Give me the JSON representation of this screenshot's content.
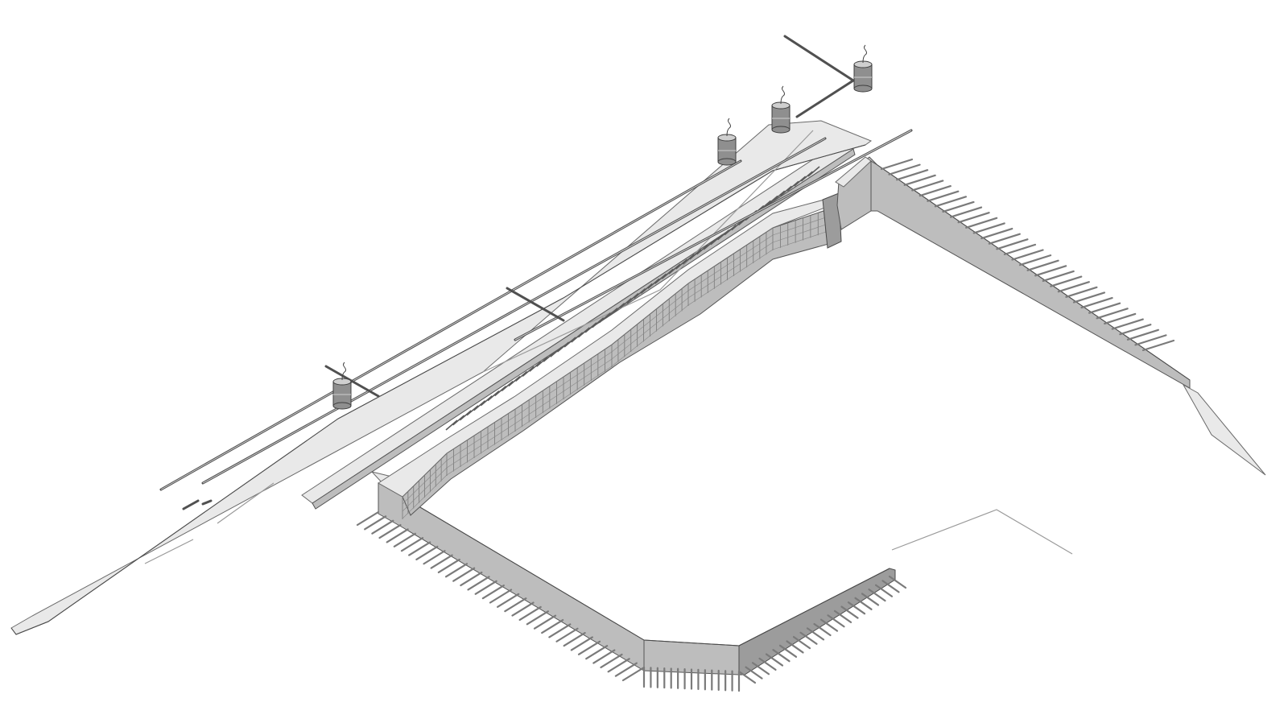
{
  "figure": {
    "kind": "isometric-line-drawing",
    "colors": {
      "background": "#ffffff",
      "slab": "#e9e9e9",
      "wall": "#bdbdbd",
      "wall_shadow": "#9c9c9c",
      "pipe": "#505050",
      "tank": "#8f8f8f",
      "outline": "#4a4a4a"
    },
    "elements": [
      "long-ramp-slab",
      "inner-ramp-slab",
      "parallel-pipes",
      "storage-tanks",
      "retaining-wall-upper",
      "retaining-wall-lower",
      "ground-anchors",
      "end-wing-plate",
      "site-boundary-line"
    ],
    "tank_count": 4
  }
}
